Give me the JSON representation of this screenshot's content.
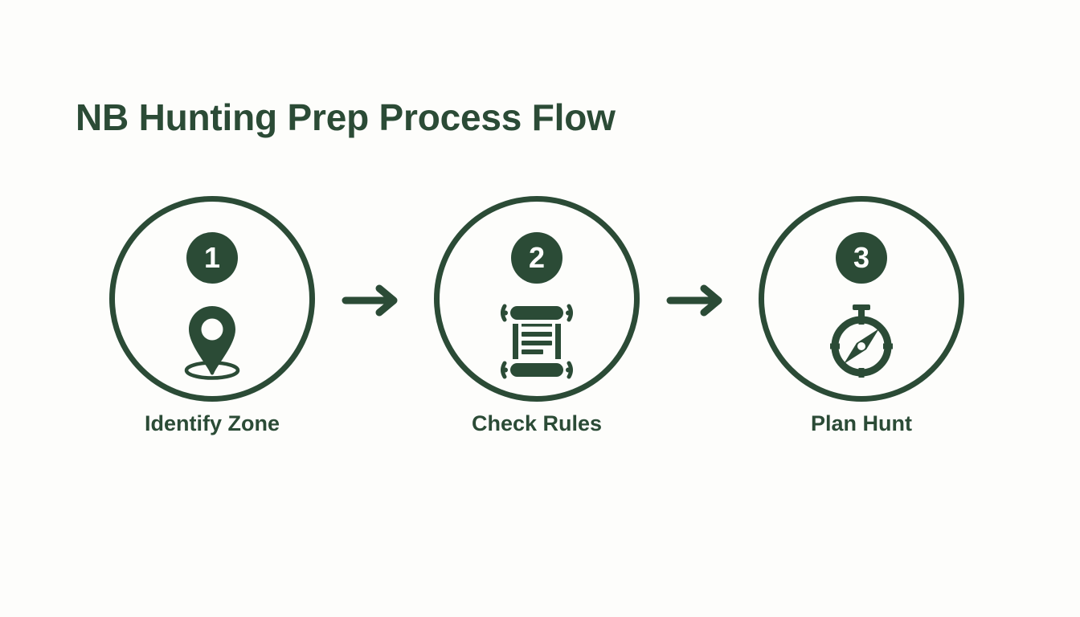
{
  "diagram": {
    "title": "NB Hunting Prep Process Flow",
    "type": "process-flow",
    "background_color": "#fdfdfb",
    "accent_color": "#2b4b36",
    "badge_text_color": "#ffffff",
    "steps": [
      {
        "number": "1",
        "label": "Identify Zone",
        "icon": "map-pin-icon"
      },
      {
        "number": "2",
        "label": "Check Rules",
        "icon": "scroll-document-icon"
      },
      {
        "number": "3",
        "label": "Plan Hunt",
        "icon": "compass-icon"
      }
    ],
    "connectors": [
      {
        "from": "1",
        "to": "2",
        "icon": "arrow-right-icon"
      },
      {
        "from": "2",
        "to": "3",
        "icon": "arrow-right-icon"
      }
    ]
  }
}
